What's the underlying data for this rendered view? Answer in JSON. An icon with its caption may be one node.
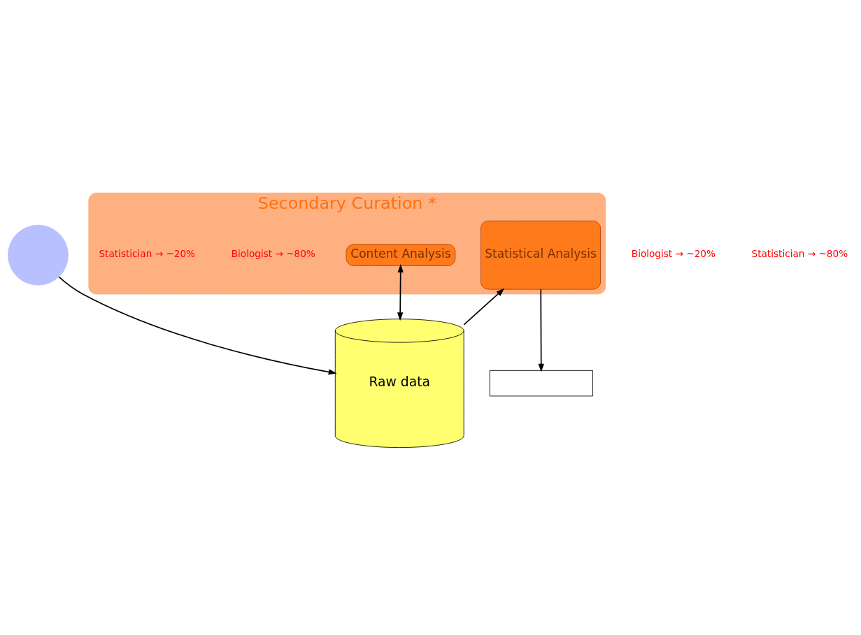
{
  "diagram": {
    "nodes": [
      {
        "text": [
          "Secondary Curation *"
        ]
      },
      {
        "text": [
          "Content Analysis"
        ],
        "in": 0
      },
      {
        "text": [
          "Raw data"
        ]
      },
      {
        "text": [
          "Statistical Analysis"
        ],
        "in": 0
      },
      {
        "text": [],
        "shape": "circle"
      },
      {
        "text": [],
        "shape": "box"
      }
    ],
    "edges": [
      {
        "from": 1,
        "to": 2,
        "arrow": "both"
      },
      {
        "from": 4,
        "to": 2,
        "arrow": "to"
      },
      {
        "from": 2,
        "to": 3,
        "arrow": "to"
      },
      {
        "from": 3,
        "to": 5,
        "arrow": "to"
      }
    ],
    "labels": [
      "Biologist → ~80%",
      "Statistician → ~20%",
      "Biologist → ~20%",
      "Statistician → ~80%"
    ]
  }
}
